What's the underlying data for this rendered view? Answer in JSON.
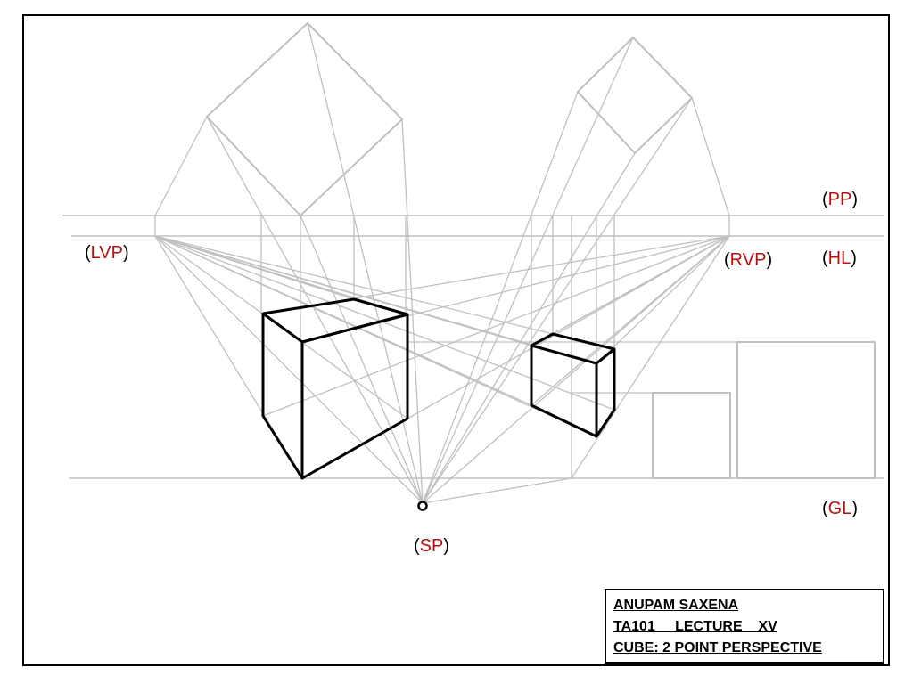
{
  "labels": {
    "pp": {
      "open": "(",
      "abbr": "PP",
      "close": ")"
    },
    "lvp": {
      "open": "(",
      "abbr": "LVP",
      "close": ")"
    },
    "rvp": {
      "open": "(",
      "abbr": "RVP",
      "close": ")"
    },
    "hl": {
      "open": "(",
      "abbr": "HL",
      "close": ")"
    },
    "gl": {
      "open": "(",
      "abbr": "GL",
      "close": ")"
    },
    "sp": {
      "open": "(",
      "abbr": "SP",
      "close": ")"
    }
  },
  "title_block": {
    "line1": "ANUPAM SAXENA",
    "line2": "TA101     LECTURE    XV",
    "line3": "CUBE: 2 POINT PERSPECTIVE"
  },
  "colors": {
    "construction": "#c0c0c0",
    "object": "#000000",
    "label_accent": "#b3120f"
  }
}
